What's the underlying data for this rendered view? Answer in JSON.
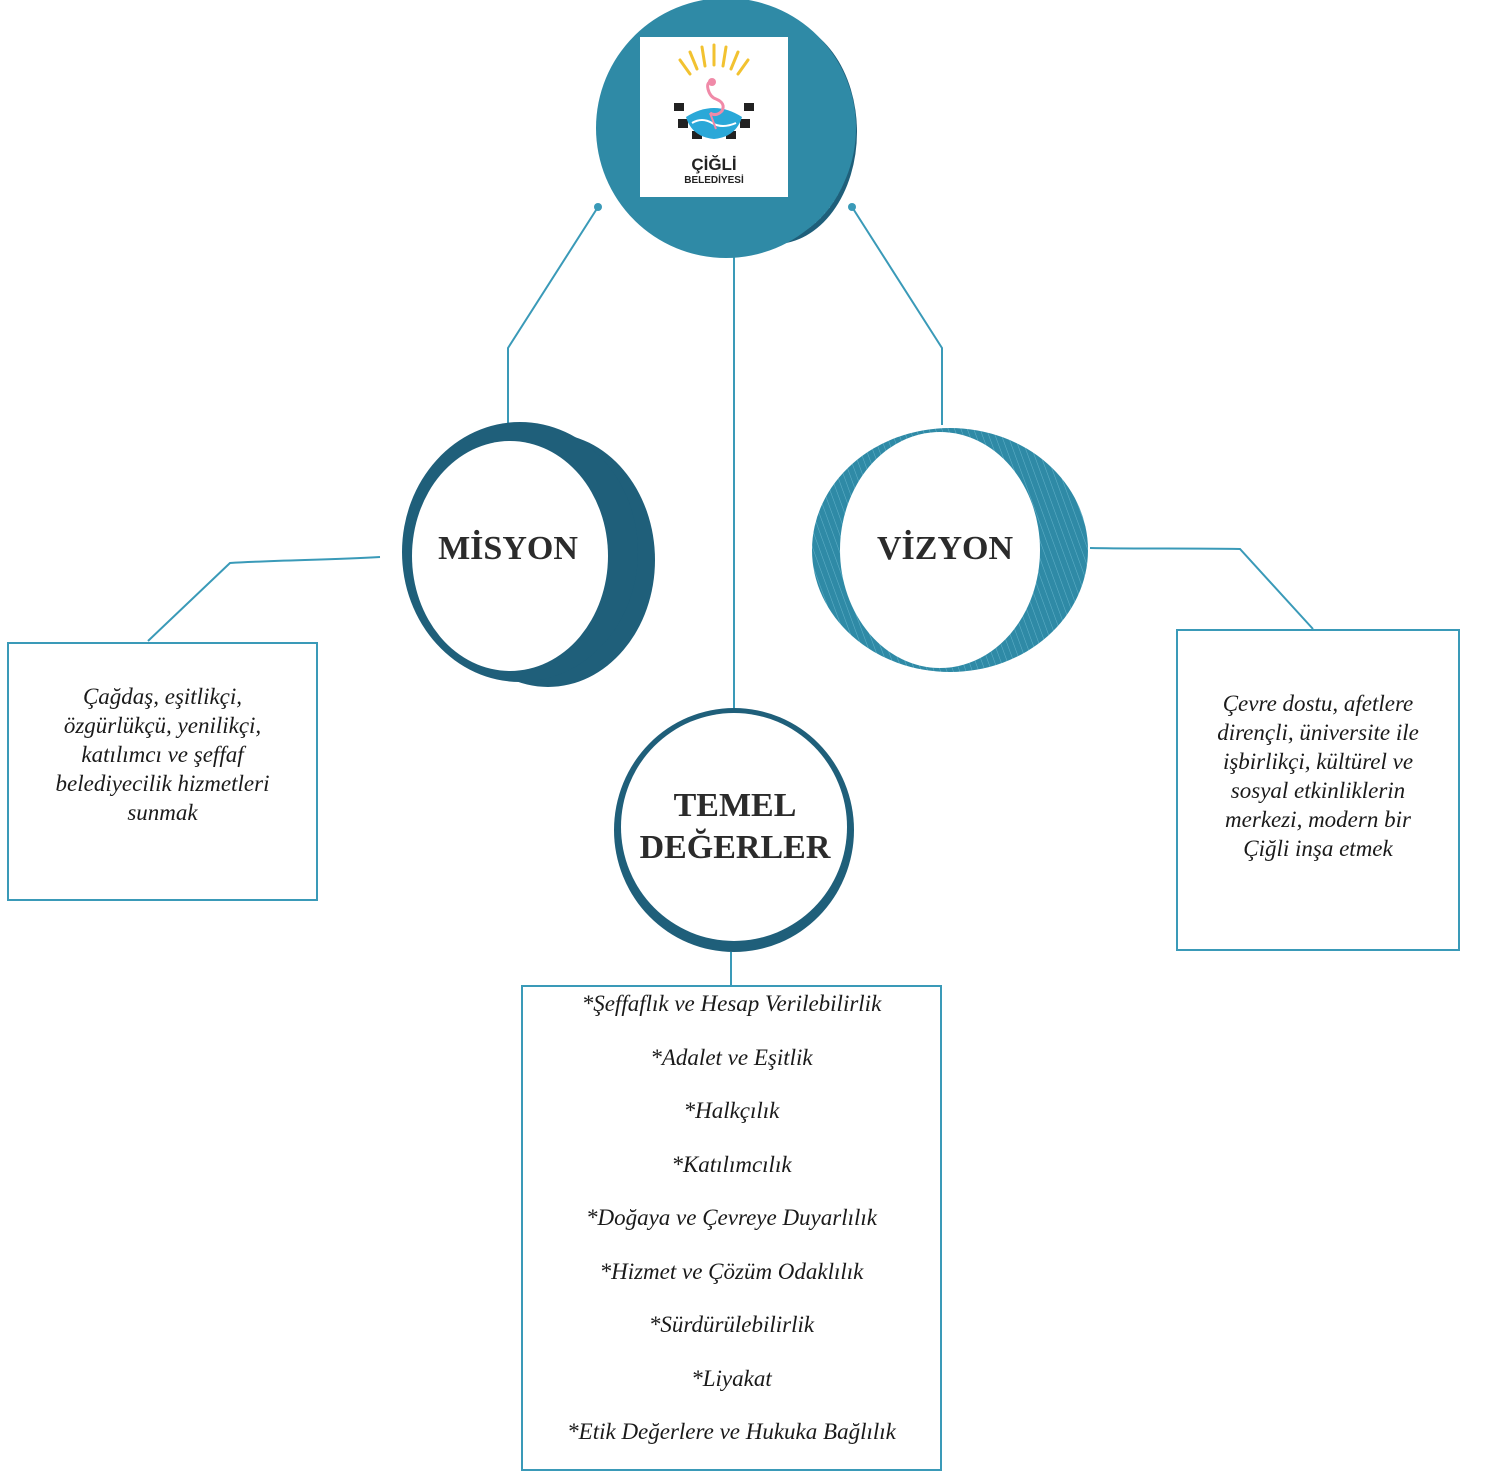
{
  "colors": {
    "teal_dark": "#1f5f7a",
    "teal_mid": "#2f8aa6",
    "teal_light": "#3a9ab8",
    "connector": "#3a9ab8",
    "flamingo": "#f08aa8",
    "sun": "#f2c230",
    "sea": "#2aa8d8"
  },
  "logo": {
    "name": "ÇİĞLİ",
    "subtitle": "BELEDİYESİ"
  },
  "mission": {
    "title": "MİSYON",
    "text": "Çağdaş, eşitlikçi,\nözgürlükçü, yenilikçi,\nkatılımcı ve şeffaf\nbelediyecilik hizmetleri\nsunmak"
  },
  "vision": {
    "title": "VİZYON",
    "text": "Çevre dostu, afetlere\ndirençli, üniversite ile\nişbirlikçi, kültürel ve\nsosyal etkinliklerin\nmerkezi, modern bir\nÇiğli inşa etmek"
  },
  "values": {
    "title_line1": "TEMEL",
    "title_line2": "DEĞERLER",
    "items": [
      "*Şeffaflık ve Hesap Verilebilirlik",
      "*Adalet ve Eşitlik",
      "*Halkçılık",
      "*Katılımcılık",
      "*Doğaya ve Çevreye Duyarlılık",
      "*Hizmet ve Çözüm Odaklılık",
      "*Sürdürülebilirlik",
      "*Liyakat",
      "*Etik Değerlere ve Hukuka Bağlılık"
    ]
  }
}
